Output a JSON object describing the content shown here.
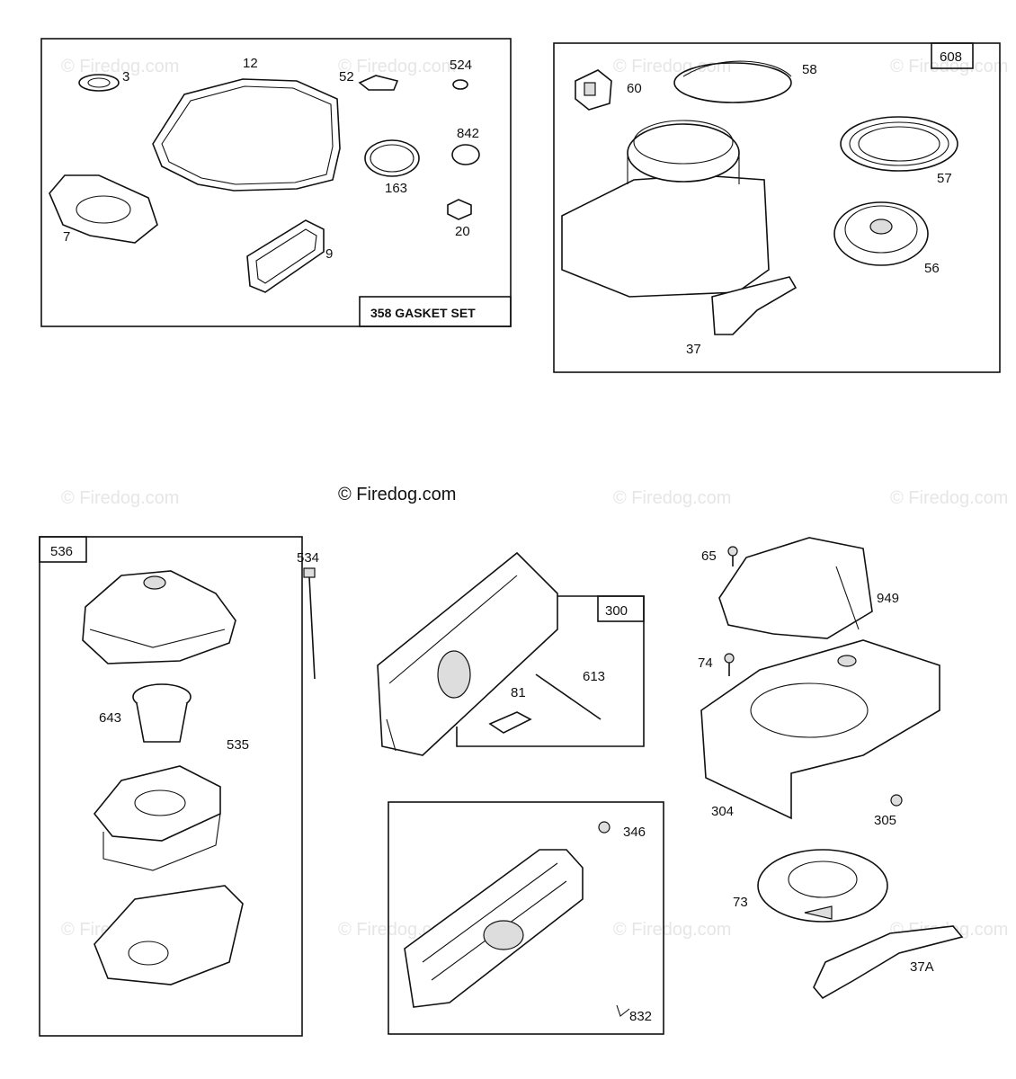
{
  "watermarks": {
    "text": "© Firedog.com",
    "main": "© Firedog.com"
  },
  "gasket_panel": {
    "title": "358  GASKET SET",
    "labels": {
      "p3": "3",
      "p12": "12",
      "p52": "52",
      "p524": "524",
      "p842": "842",
      "p163": "163",
      "p20": "20",
      "p7": "7",
      "p9": "9"
    }
  },
  "blower_panel": {
    "box_label": "608",
    "labels": {
      "p60": "60",
      "p58": "58",
      "p57": "57",
      "p56": "56",
      "p37": "37"
    }
  },
  "aircleaner_panel": {
    "box_label": "536",
    "labels": {
      "p534": "534",
      "p643": "643",
      "p535": "535"
    }
  },
  "muffler_panel": {
    "box_label": "300",
    "labels": {
      "p81": "81",
      "p613": "613"
    }
  },
  "guard_panel": {
    "labels": {
      "p346": "346",
      "p832": "832"
    }
  },
  "shroud_group": {
    "labels": {
      "p65": "65",
      "p949": "949",
      "p74": "74",
      "p304": "304",
      "p305": "305",
      "p73": "73",
      "p37A": "37A"
    }
  }
}
